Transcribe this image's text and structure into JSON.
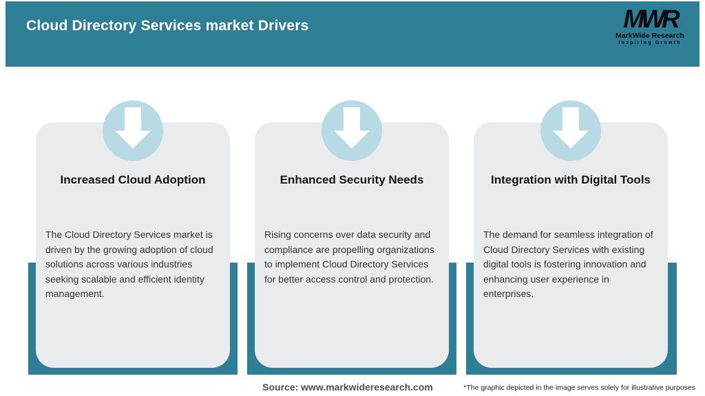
{
  "header": {
    "title": "Cloud Directory Services market Drivers",
    "logo": {
      "initials": "MWR",
      "name": "MarkWide Research",
      "tagline": "Inspiring Growth"
    }
  },
  "cards": [
    {
      "icon": "down-arrow-icon",
      "title": "Increased Cloud Adoption",
      "description": "The Cloud Directory Services market is driven by the growing adoption of cloud solutions across various industries seeking scalable and efficient identity management."
    },
    {
      "icon": "down-arrow-icon",
      "title": "Enhanced Security Needs",
      "description": "Rising concerns over data security and compliance are propelling organizations to implement Cloud Directory Services for better access control and protection."
    },
    {
      "icon": "down-arrow-icon",
      "title": "Integration with Digital Tools",
      "description": "The demand for seamless integration of Cloud Directory Services with existing digital tools is fostering innovation and enhancing user experience in enterprises."
    }
  ],
  "footer": {
    "source": "Source: www.markwideresearch.com",
    "disclaimer": "*The graphic depicted in the image serves solely for illustrative purposes"
  },
  "colors": {
    "accent_teal": "#2E7E95",
    "circle_blue": "#B8DAE4",
    "card_gray": "#E9EBEC",
    "title_text": "#141414",
    "body_text": "#333333"
  }
}
